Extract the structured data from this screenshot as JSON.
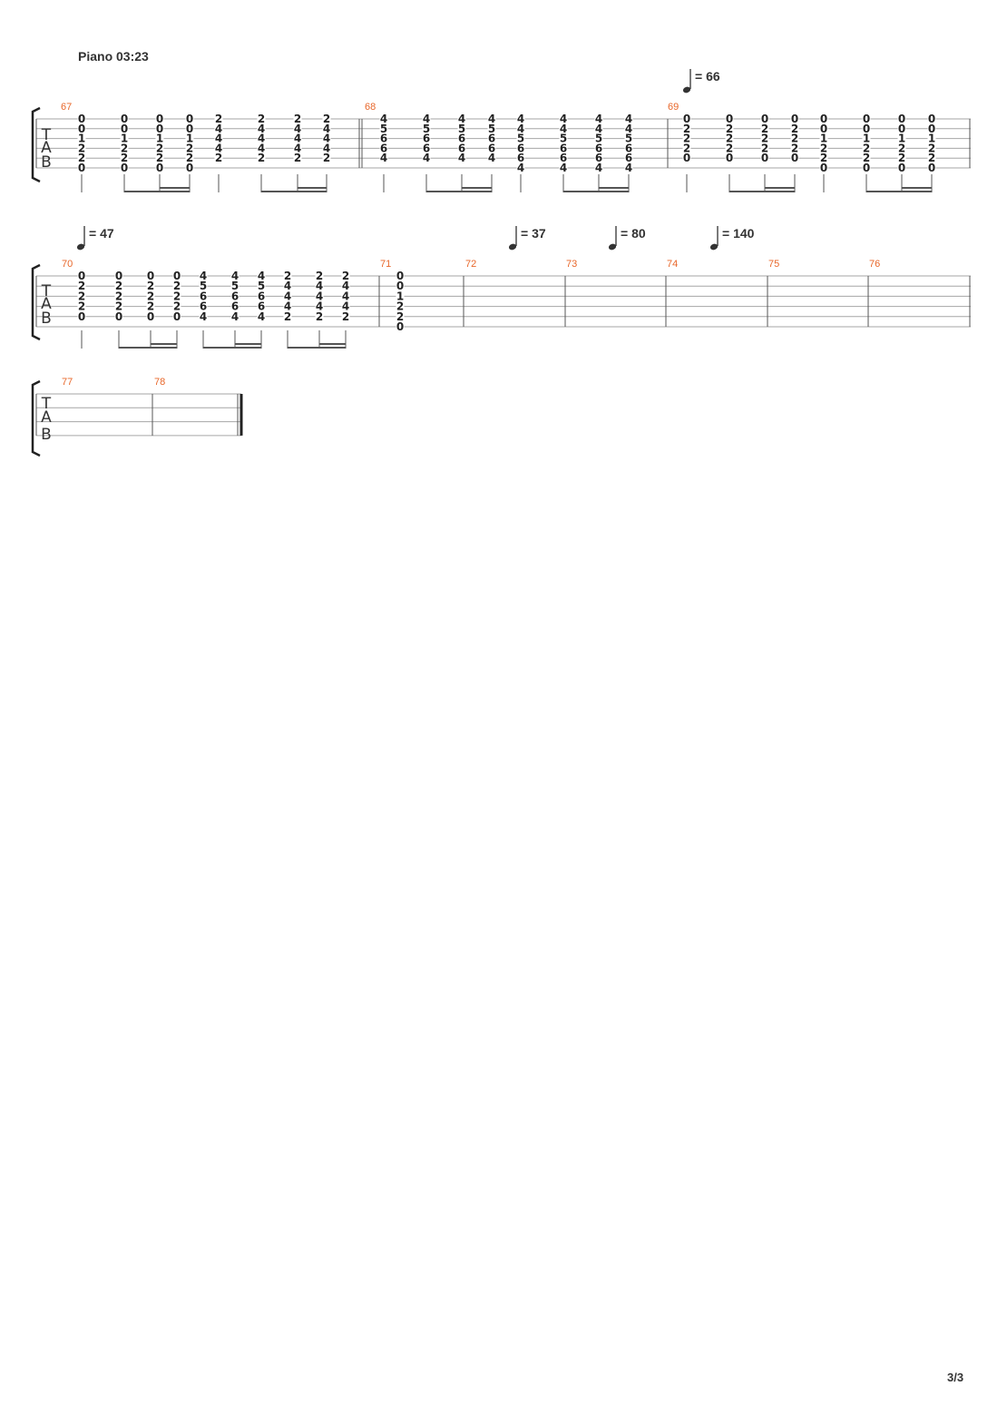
{
  "header": {
    "title": "Piano 03:23"
  },
  "page_number": "3/3",
  "tab_letters": [
    "T",
    "A",
    "B"
  ],
  "systems": [
    {
      "tempos": [
        {
          "bpm": "66",
          "equals": "= 66"
        }
      ],
      "measures": [
        {
          "number": "67",
          "chords": [
            [
              "0",
              "0",
              "1",
              "2",
              "2",
              "0"
            ],
            [
              "0",
              "0",
              "1",
              "2",
              "2",
              "0"
            ],
            [
              "0",
              "0",
              "1",
              "2",
              "2",
              "0"
            ],
            [
              "0",
              "0",
              "1",
              "2",
              "2",
              "0"
            ],
            [
              "2",
              "4",
              "4",
              "4",
              "2",
              ""
            ],
            [
              "2",
              "4",
              "4",
              "4",
              "2",
              ""
            ],
            [
              "2",
              "4",
              "4",
              "4",
              "2",
              ""
            ],
            [
              "2",
              "4",
              "4",
              "4",
              "2",
              ""
            ]
          ]
        },
        {
          "number": "68",
          "chords": [
            [
              "4",
              "5",
              "6",
              "6",
              "4",
              ""
            ],
            [
              "4",
              "5",
              "6",
              "6",
              "4",
              ""
            ],
            [
              "4",
              "5",
              "6",
              "6",
              "4",
              ""
            ],
            [
              "4",
              "5",
              "6",
              "6",
              "4",
              ""
            ],
            [
              "4",
              "4",
              "5",
              "6",
              "6",
              "4"
            ],
            [
              "4",
              "4",
              "5",
              "6",
              "6",
              "4"
            ],
            [
              "4",
              "4",
              "5",
              "6",
              "6",
              "4"
            ],
            [
              "4",
              "4",
              "5",
              "6",
              "6",
              "4"
            ]
          ]
        },
        {
          "number": "69",
          "chords": [
            [
              "0",
              "2",
              "2",
              "2",
              "0",
              ""
            ],
            [
              "0",
              "2",
              "2",
              "2",
              "0",
              ""
            ],
            [
              "0",
              "2",
              "2",
              "2",
              "0",
              ""
            ],
            [
              "0",
              "2",
              "2",
              "2",
              "0",
              ""
            ],
            [
              "0",
              "0",
              "1",
              "2",
              "2",
              "0"
            ],
            [
              "0",
              "0",
              "1",
              "2",
              "2",
              "0"
            ],
            [
              "0",
              "0",
              "1",
              "2",
              "2",
              "0"
            ],
            [
              "0",
              "0",
              "1",
              "2",
              "2",
              "0"
            ]
          ]
        }
      ]
    },
    {
      "tempos": [
        {
          "bpm": "47",
          "equals": "= 47"
        },
        {
          "bpm": "37",
          "equals": "= 37"
        },
        {
          "bpm": "80",
          "equals": "= 80"
        },
        {
          "bpm": "140",
          "equals": "= 140"
        }
      ],
      "measures": [
        {
          "number": "70",
          "chords": [
            [
              "0",
              "2",
              "2",
              "2",
              "0",
              ""
            ],
            [
              "0",
              "2",
              "2",
              "2",
              "0",
              ""
            ],
            [
              "0",
              "2",
              "2",
              "2",
              "0",
              ""
            ],
            [
              "0",
              "2",
              "2",
              "2",
              "0",
              ""
            ],
            [
              "4",
              "5",
              "6",
              "6",
              "4",
              ""
            ],
            [
              "4",
              "5",
              "6",
              "6",
              "4",
              ""
            ],
            [
              "4",
              "5",
              "6",
              "6",
              "4",
              ""
            ],
            [
              "2",
              "4",
              "4",
              "4",
              "2",
              ""
            ],
            [
              "2",
              "4",
              "4",
              "4",
              "2",
              ""
            ],
            [
              "2",
              "4",
              "4",
              "4",
              "2",
              ""
            ]
          ]
        },
        {
          "number": "71",
          "chords": [
            [
              "0",
              "0",
              "1",
              "2",
              "2",
              "0"
            ]
          ]
        },
        {
          "number": "72",
          "chords": []
        },
        {
          "number": "73",
          "chords": []
        },
        {
          "number": "74",
          "chords": []
        },
        {
          "number": "75",
          "chords": []
        },
        {
          "number": "76",
          "chords": []
        }
      ]
    },
    {
      "tempos": [],
      "measures": [
        {
          "number": "77",
          "chords": []
        },
        {
          "number": "78",
          "chords": []
        }
      ]
    }
  ]
}
